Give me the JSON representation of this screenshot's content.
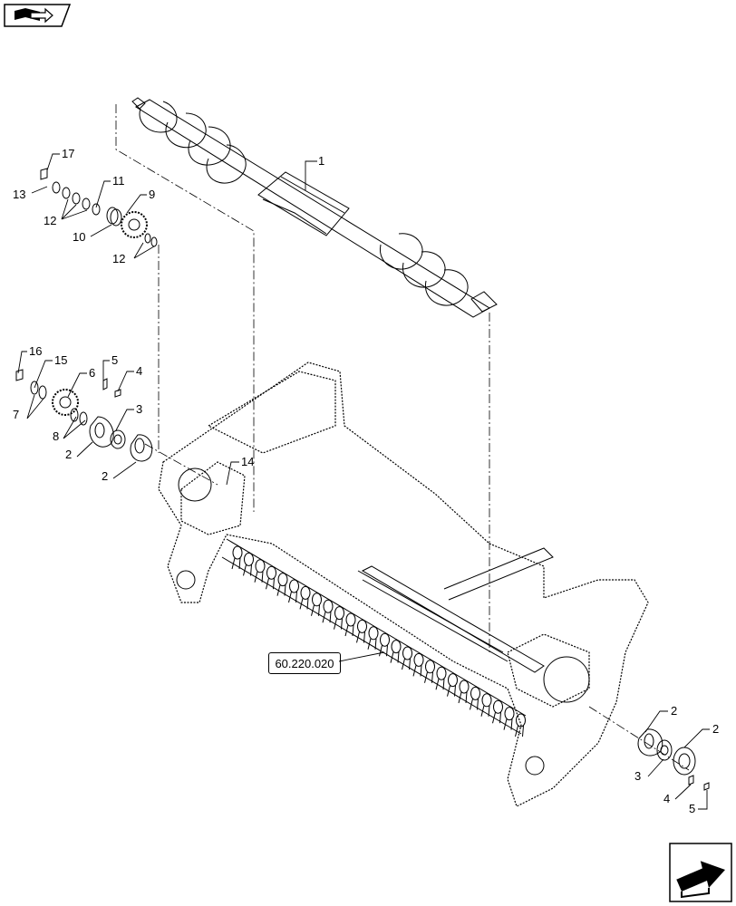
{
  "reference_link": "60.220.020",
  "callouts": {
    "c1": "1",
    "c2a": "2",
    "c2b": "2",
    "c2c": "2",
    "c2d": "2",
    "c3a": "3",
    "c3b": "3",
    "c4a": "4",
    "c4b": "4",
    "c5a": "5",
    "c5b": "5",
    "c6": "6",
    "c7": "7",
    "c8": "8",
    "c9": "9",
    "c10": "10",
    "c11": "11",
    "c12a": "12",
    "c12b": "12",
    "c13": "13",
    "c14": "14",
    "c15": "15",
    "c16": "16",
    "c17": "17"
  },
  "icons": {
    "top_left": "book-arrow-icon",
    "bottom_right": "next-page-arrow-icon"
  }
}
